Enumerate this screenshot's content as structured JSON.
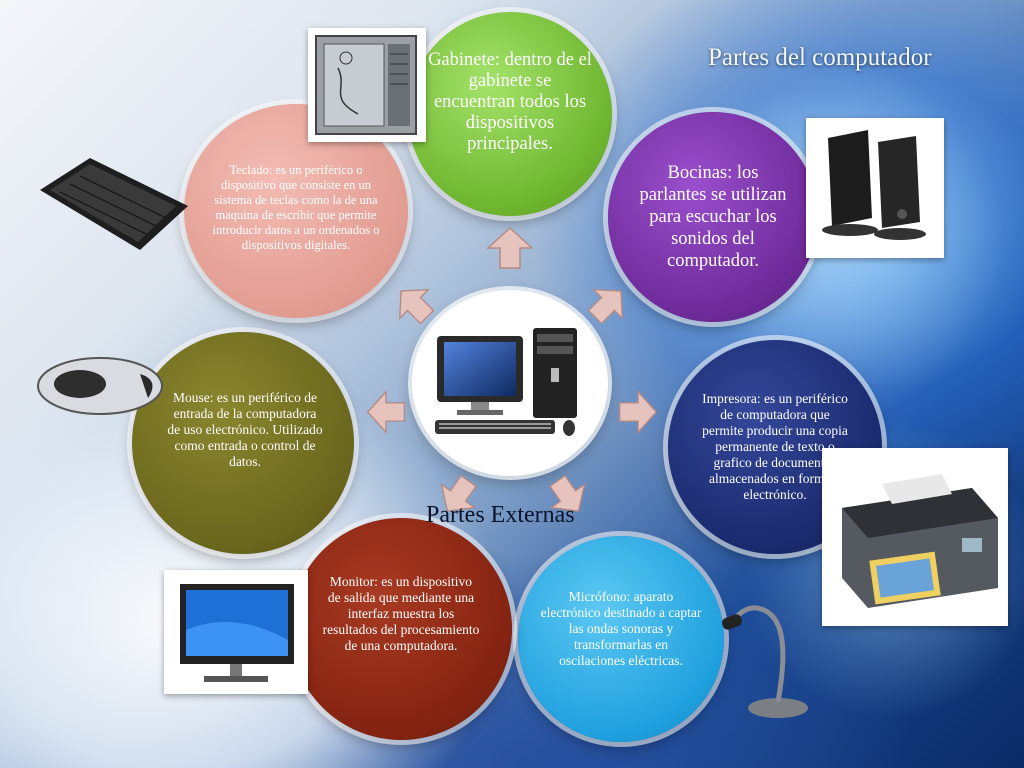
{
  "title": "Partes del computador",
  "subtitle": "Partes Externas",
  "center_image": "computer-icon",
  "nodes": [
    {
      "id": "gabinete",
      "text": "Gabinete: dentro de el gabinete se encuentran todos  los dispositivos principales.",
      "color": "#7fc93f",
      "image": "cabinet-icon"
    },
    {
      "id": "bocinas",
      "text": "Bocinas: los parlantes se utilizan para escuchar los sonidos del computador.",
      "color": "#7a2fa8",
      "image": "speakers-icon"
    },
    {
      "id": "impresora",
      "text": "Impresora: es un periférico de computadora que permite producir una copia permanente de texto o grafico de documentos almacenados en formato electrónico.",
      "color": "#1e2f7a",
      "image": "printer-icon"
    },
    {
      "id": "microfono",
      "text": "Micrófono: aparato electrónico destinado a captar las ondas sonoras y transformarlas en oscilaciones eléctricas.",
      "color": "#22a7e3",
      "image": "microphone-icon"
    },
    {
      "id": "monitor",
      "text": "Monitor: es un dispositivo de salida que mediante una interfaz muestra los resultados del procesamiento de una computadora.",
      "color": "#8c2613",
      "image": "monitor-icon"
    },
    {
      "id": "mouse",
      "text": "Mouse: es un periférico de entrada de la computadora de uso electrónico. Utilizado como entrada o control de datos.",
      "color": "#6e6a1f",
      "image": "mouse-icon"
    },
    {
      "id": "teclado",
      "text": "Teclado: es un periférico o dispositivo que consiste en un sistema de teclas como la de una maquina de escribir que permite introducir datos a un ordenados o dispositivos digitales.",
      "color": "#e8a59b",
      "image": "keyboard-icon"
    }
  ]
}
